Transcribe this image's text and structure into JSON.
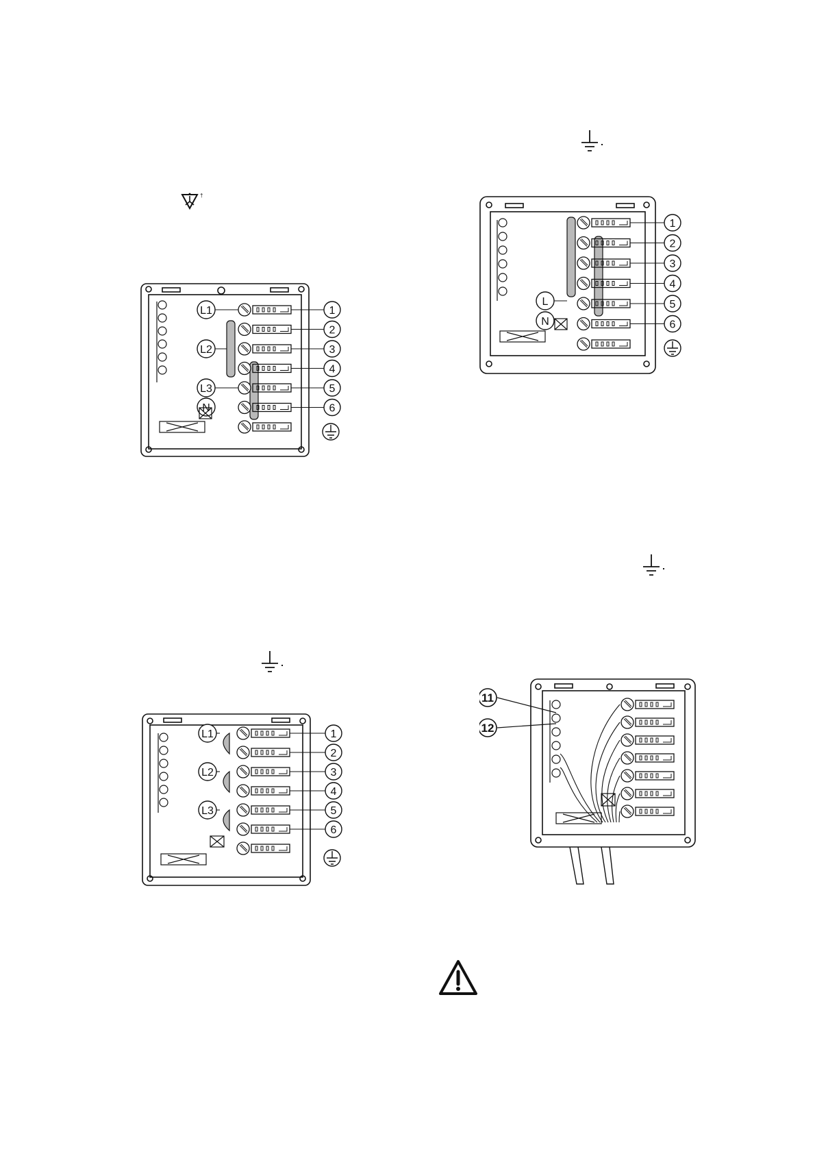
{
  "diagrams": {
    "three_phase": {
      "phase_labels": [
        "L1",
        "L2",
        "L3",
        "N"
      ],
      "terminal_numbers": [
        "1",
        "2",
        "3",
        "4",
        "5",
        "6"
      ]
    },
    "single_phase": {
      "phase_labels": [
        "L",
        "N"
      ],
      "terminal_numbers": [
        "1",
        "2",
        "3",
        "4",
        "5",
        "6"
      ]
    },
    "two_phase": {
      "phase_labels": [
        "L1",
        "L2",
        "L3"
      ],
      "terminal_numbers": [
        "1",
        "2",
        "3",
        "4",
        "5",
        "6"
      ]
    },
    "cable": {
      "callouts": [
        "11",
        "12"
      ]
    }
  },
  "icons": {
    "earth": "earth-ground-icon",
    "delta": "delta-star-connection-icon",
    "warning": "warning-triangle-icon"
  },
  "colors": {
    "line": "#111111",
    "shade": "#b9b9b9",
    "background": "#ffffff"
  }
}
